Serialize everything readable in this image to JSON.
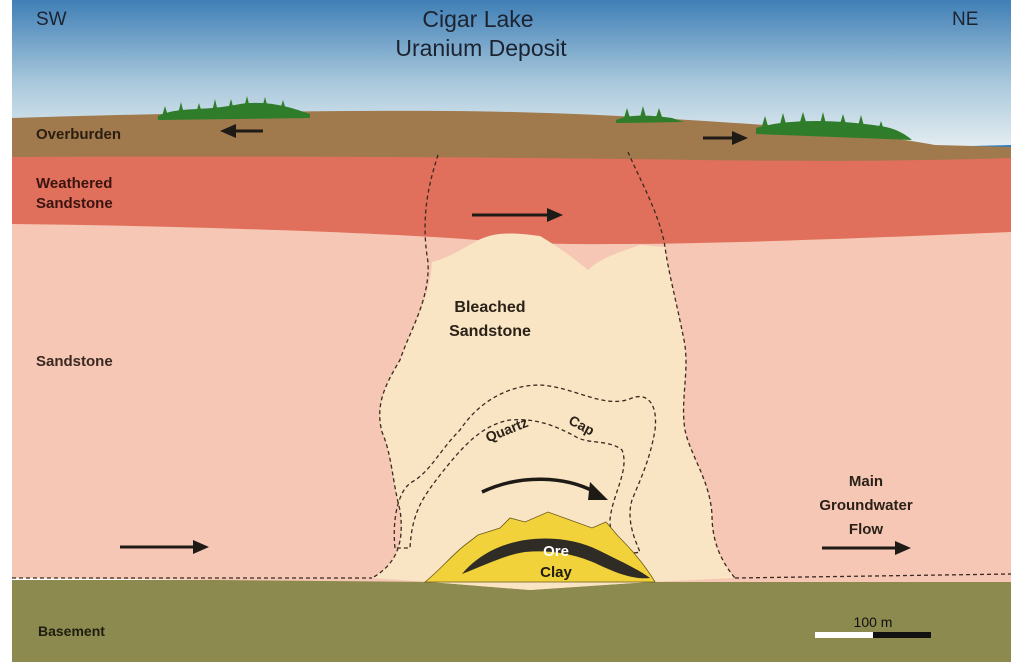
{
  "title": {
    "line1": "Cigar Lake",
    "line2": "Uranium Deposit"
  },
  "orientation": {
    "left": "SW",
    "right": "NE"
  },
  "layers": {
    "overburden": "Overburden",
    "weathered_line1": "Weathered",
    "weathered_line2": "Sandstone",
    "sandstone": "Sandstone",
    "basement": "Basement"
  },
  "zones": {
    "bleached_line1": "Bleached",
    "bleached_line2": "Sandstone",
    "quartz": "Quartz",
    "cap": "Cap",
    "ore": "Ore",
    "clay": "Clay"
  },
  "groundwater": {
    "line1": "Main",
    "line2": "Groundwater",
    "line3": "Flow"
  },
  "scale_bar": {
    "label": "100 m"
  },
  "colors": {
    "sky_top": "#3f7fb6",
    "sky_bottom": "#e6eef2",
    "overburden": "#a07a4c",
    "weathered": "#e0705c",
    "sandstone": "#f6c7b4",
    "bleached": "#f9e5c3",
    "basement": "#8c8a4e",
    "clay": "#f2d23a",
    "ore": "#2f2b25",
    "trees": "#2f7d2a",
    "water": "#2a7fbf"
  }
}
